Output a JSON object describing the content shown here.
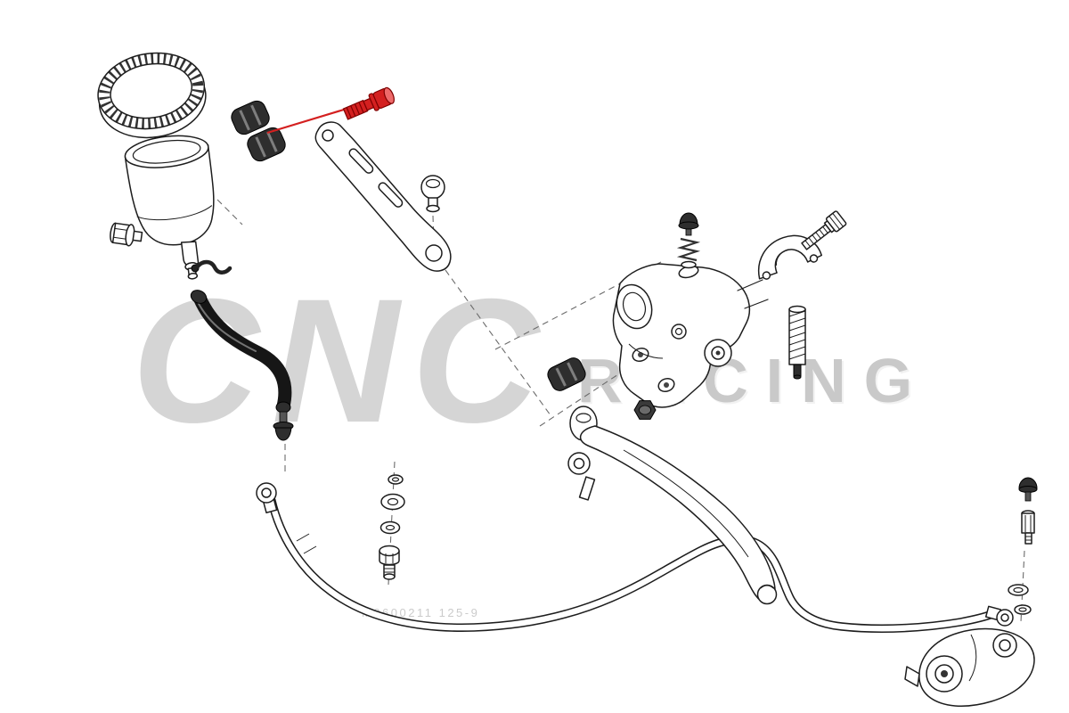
{
  "theme": {
    "accent": "#d42020",
    "accent-dark": "#7e0000",
    "accent-light": "#ee6a6a",
    "ink": "#1d1d1d",
    "watermark-primary-color": "#d5d5d5",
    "watermark-secondary-color": "#c9c9c9"
  },
  "watermark": {
    "primary": "CNC",
    "secondary": "RACING",
    "code": "M0600211 125-9"
  },
  "diagram": {
    "description": "Exploded parts diagram of a motorcycle clutch master cylinder: remote fluid reservoir with cap, mounting bracket with highlighted red screw and rubber spacers, master cylinder body with lever, handlebar clamp and bolt, banjo fittings and washers, long clutch hose, and slave cylinder with bleed screw",
    "highlighted_part": "mounting-screw"
  }
}
